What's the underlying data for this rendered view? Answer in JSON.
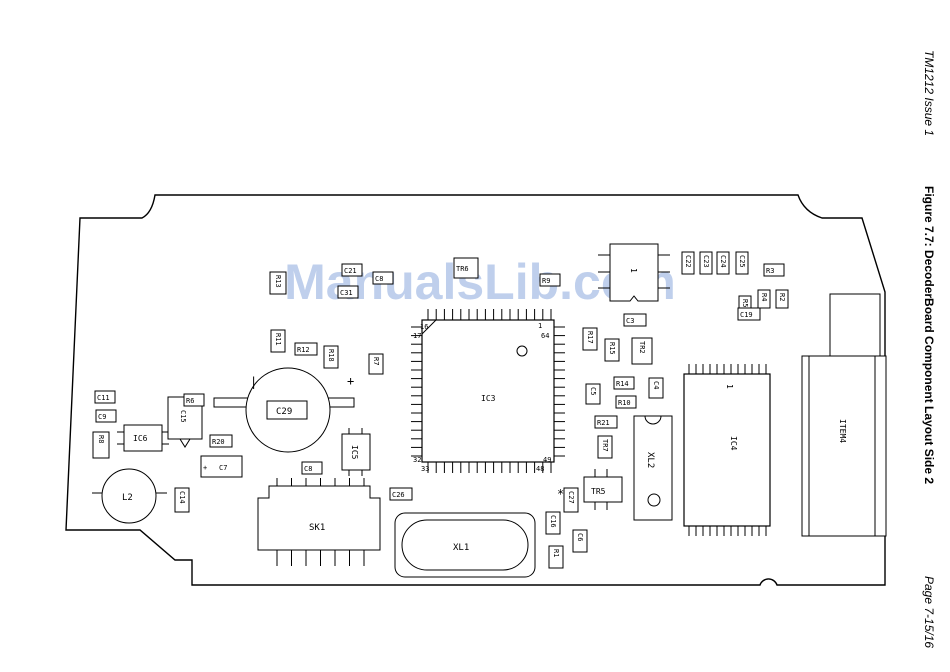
{
  "header": {
    "doc_ref": "TM1212 Issue 1",
    "figure_title": "Figure 7.7: DecoderBoard Component Layout Side 2",
    "page": "Page 7-15/16"
  },
  "watermark": "ManualsLib.com",
  "chips": {
    "ic3": "IC3",
    "ic3_pins": [
      "16",
      "1",
      "64",
      "17",
      "32",
      "33",
      "48",
      "49"
    ],
    "ic4": "IC4",
    "ic4_pin": "1",
    "ic5": "IC5",
    "ic6": "IC6",
    "xl1": "XL1",
    "xl2": "XL2",
    "sk1": "SK1",
    "l2": "L2",
    "c29": "C29",
    "tr5": "TR5",
    "item4": "ITEM4",
    "reg_pin": "1"
  },
  "components": {
    "r13": "R13",
    "c21": "C21",
    "c31": "C31",
    "c8a": "C8",
    "tr6": "TR6",
    "r9": "R9",
    "c22": "C22",
    "c23": "C23",
    "c24": "C24",
    "c25": "C25",
    "r3": "R3",
    "r5": "R5",
    "r4": "R4",
    "r2": "R2",
    "c19": "C19",
    "c3": "C3",
    "r11": "R11",
    "r12": "R12",
    "r18": "R18",
    "r7": "R7",
    "r17": "R17",
    "r15": "R15",
    "tr2": "TR2",
    "c5": "C5",
    "r14": "R14",
    "c4": "C4",
    "r10": "R10",
    "r21": "R21",
    "tr7": "TR7",
    "c11": "C11",
    "c9": "C9",
    "r8": "R8",
    "r6": "R6",
    "c15": "C15",
    "r20": "R20",
    "c7": "C7",
    "c8": "C8",
    "c14": "C14",
    "c26": "C26",
    "c27": "C27",
    "c16": "C16",
    "c6": "C6",
    "r1": "R1"
  },
  "marks": {
    "plus": "+",
    "minus": "|",
    "star": "*"
  }
}
